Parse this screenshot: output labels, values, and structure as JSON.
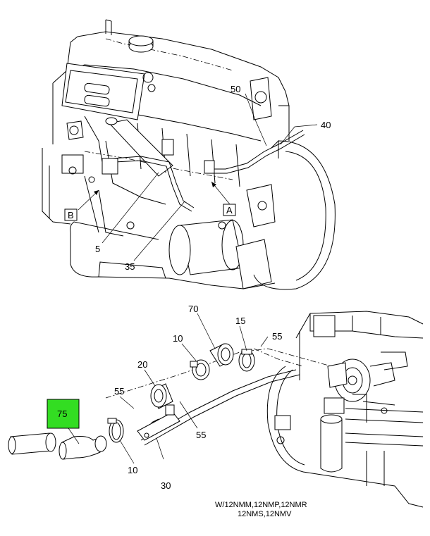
{
  "callouts": {
    "c50": "50",
    "c40": "40",
    "cB": "B",
    "cA": "A",
    "c5": "5",
    "c35": "35",
    "c70": "70",
    "c15": "15",
    "c10a": "10",
    "c55a": "55",
    "c20": "20",
    "c55b": "55",
    "c55c": "55",
    "c75": "75",
    "c10b": "10",
    "c30": "30"
  },
  "highlight": {
    "part": "75",
    "color": "#33dd22"
  },
  "note": {
    "line1": "W/12NMM,12NMP,12NMR",
    "line2": "12NMS,12NMV"
  }
}
